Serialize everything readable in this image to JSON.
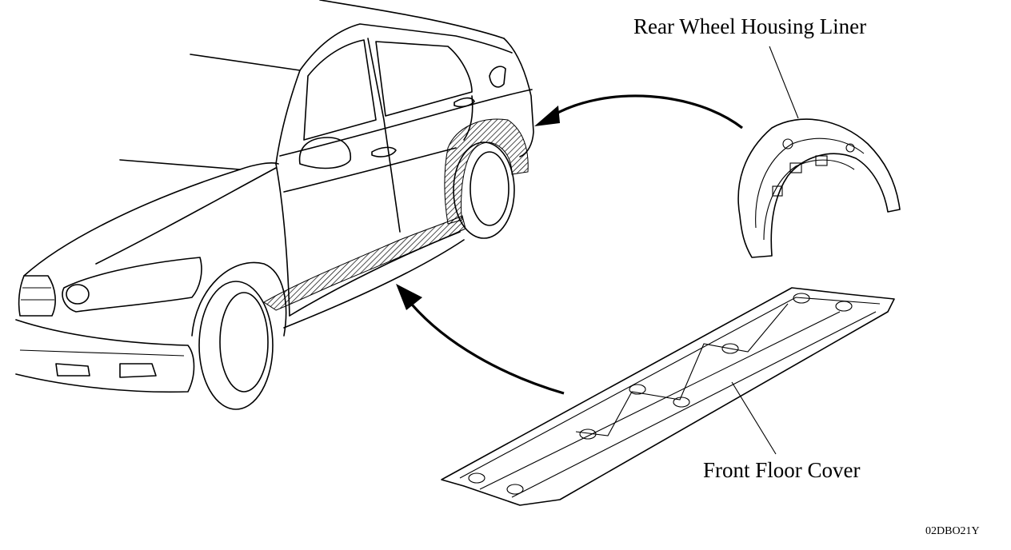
{
  "labels": {
    "rear_wheel_housing_liner": "Rear Wheel Housing Liner",
    "front_floor_cover": "Front Floor Cover",
    "figure_code": "02DBO21Y"
  },
  "colors": {
    "ink": "#000000",
    "background": "#ffffff",
    "hatch": "#000000"
  }
}
